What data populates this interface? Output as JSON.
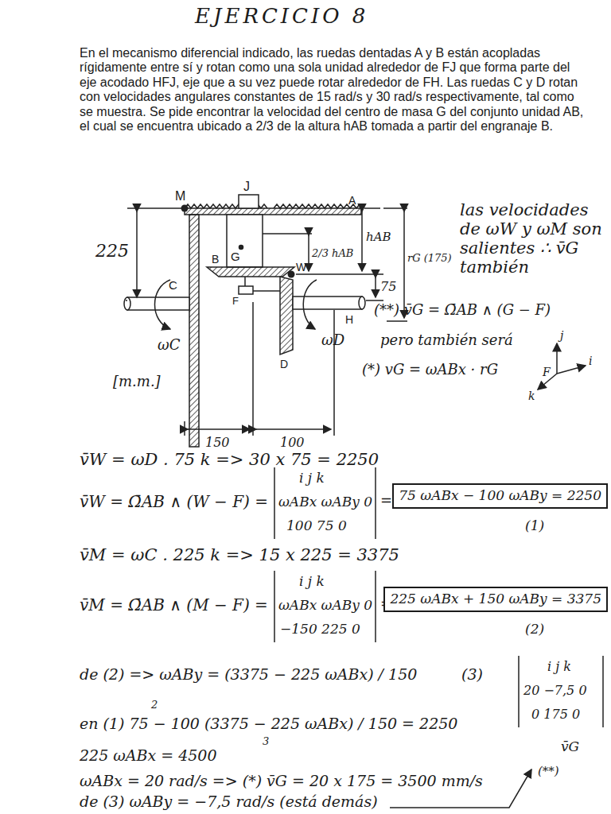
{
  "diagram": {
    "title": "EJERCICIO 8",
    "labels": [
      "En el mecanismo diferencial indicado, las ruedas dentadas A y B están acopladas rígidamente entre sí y rotan como una sola unidad alrededor de FJ que forma parte del eje acodado HFJ, eje que a su vez puede rotar alrededor de FH. Las ruedas C y D rotan con velocidades angulares constantes de 15 rad/s y 30 rad/s respectivamente, tal como se muestra. Se pide encontrar la velocidad del centro de masa G del conjunto unidad AB, el cual se encuentra ubicado a 2/3 de la altura hAB tomada a partir del engranaje B.",
      "M",
      "J",
      "A",
      "225",
      "C",
      "G",
      "2/3 hAB",
      "hAB",
      "B",
      "W",
      "75",
      "rG (175)",
      "F",
      "D",
      "H",
      "ωC",
      "ωD",
      "[m.m.]",
      "150",
      "100",
      "las velocidades de ωW y ωM son salientes ∴ v̄G también",
      "(**) v̄G = Ω̄AB ∧ (G − F)",
      "pero también será",
      "(*) vG = ωABx · rG",
      "j",
      "i",
      "F",
      "k",
      "v̄W = ωD . 75 k => 30 x 75 = 2250",
      "v̄W = Ω̄AB ∧ (W − F) =",
      "i j k",
      "ωABx ωABy 0",
      "100 75 0",
      "=>",
      "75 ωABx − 100 ωABy = 2250",
      "(1)",
      "v̄M = ωC . 225 k => 15 x 225 = 3375",
      "v̄M = Ω̄AB ∧ (M − F) =",
      "i j k",
      "ωABx ωABy 0",
      "−150 225 0",
      "=>",
      "225 ωABx + 150 ωABy = 3375",
      "(2)",
      "de (2) => ωABy = (3375 − 225 ωABx) / 150",
      "(3)",
      "en (1) 75 − 100 (3375 − 225 ωABx) / 150 = 2250",
      "2",
      "3",
      "225 ωABx = 4500",
      "ωABx = 20 rad/s => (*) v̄G = 20 x 175 = 3500 mm/s",
      "de (3) ωABy = −7,5 rad/s (está demás)",
      "i j k",
      "20 −7,5 0",
      "0 175 0",
      "v̄G",
      "(**)"
    ]
  }
}
